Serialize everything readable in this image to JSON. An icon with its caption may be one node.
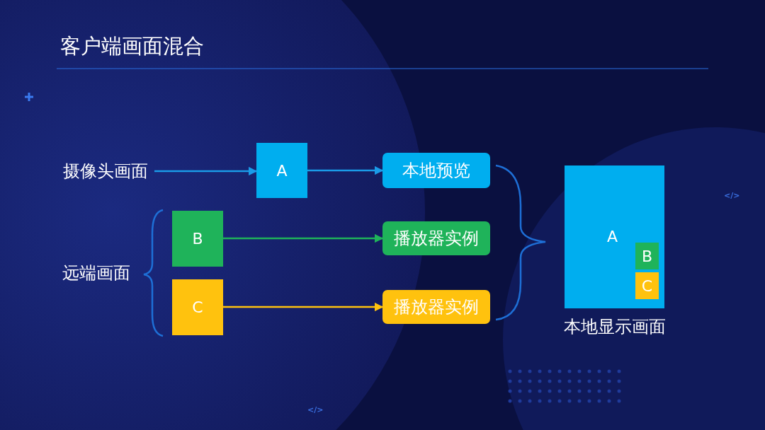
{
  "diagram": {
    "title": "客户端画面混合",
    "nodes": [
      {
        "text": [
          "摄像头画面"
        ]
      },
      {
        "text": [
          "A"
        ]
      },
      {
        "text": [
          "本地预览"
        ]
      },
      {
        "text": [
          "远端画面"
        ]
      },
      {
        "text": [
          "B"
        ]
      },
      {
        "text": [
          "C"
        ]
      },
      {
        "text": [
          "播放器实例"
        ]
      },
      {
        "text": [
          "播放器实例"
        ]
      },
      {
        "text": [
          "A"
        ],
        "beside": [
          "本地显示画面"
        ]
      },
      {
        "text": [
          "B"
        ],
        "in": 8
      },
      {
        "text": [
          "C"
        ],
        "in": 8
      }
    ],
    "edges": [
      {
        "from": 0,
        "to": 1,
        "arrow": "to"
      },
      {
        "from": 1,
        "to": 2,
        "arrow": "to"
      },
      {
        "from": 4,
        "to": 6,
        "arrow": "to",
        "color": "#1fb35a"
      },
      {
        "from": 5,
        "to": 7,
        "arrow": "to",
        "color": "#ffc20e"
      }
    ],
    "labels": [
      "</>",
      "</>"
    ]
  }
}
